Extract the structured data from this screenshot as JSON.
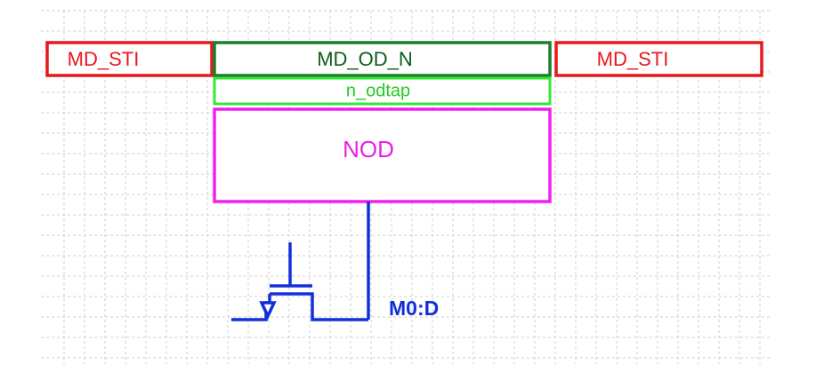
{
  "layers": {
    "md_sti_left": {
      "label": "MD_STI",
      "color": "#e8191e"
    },
    "md_od_n": {
      "label": "MD_OD_N",
      "color": "#1a7f2a",
      "text_color": "#0d5e1a"
    },
    "n_odtap": {
      "label": "n_odtap",
      "color": "#34e834",
      "text_color": "#22cc22"
    },
    "nod": {
      "label": "NOD",
      "color": "#f21ef2",
      "text_color": "#e81ee8"
    },
    "md_sti_right": {
      "label": "MD_STI",
      "color": "#e8191e"
    }
  },
  "transistor": {
    "terminal_label": "M0:D",
    "color": "#1230d8"
  },
  "grid": {
    "color": "#cfcfcf"
  }
}
